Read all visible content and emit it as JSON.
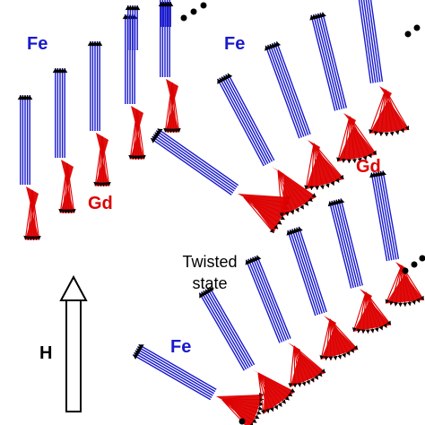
{
  "labels": {
    "fe": "Fe",
    "gd": "Gd",
    "field": "H",
    "state_line1": "Twisted",
    "state_line2": "state"
  },
  "colors": {
    "fe": "#1a1acc",
    "gd": "#dd0000",
    "field": "#000000",
    "fe_arrow": "#1a1acc",
    "gd_arrow": "#dd0000"
  },
  "panels": [
    {
      "name": "aligned-state-panel",
      "fe_angle_deg": 0,
      "gd_angle_deg": 180,
      "columns": 5
    },
    {
      "name": "canted-state-panel",
      "fe_angle_deg": -30,
      "gd_angle_deg": 160,
      "columns": 5
    },
    {
      "name": "twisted-state-panel",
      "fe_angle_deg": -25,
      "gd_angle_deg": 165,
      "columns": 6
    }
  ],
  "continuation_dots": "• • •"
}
